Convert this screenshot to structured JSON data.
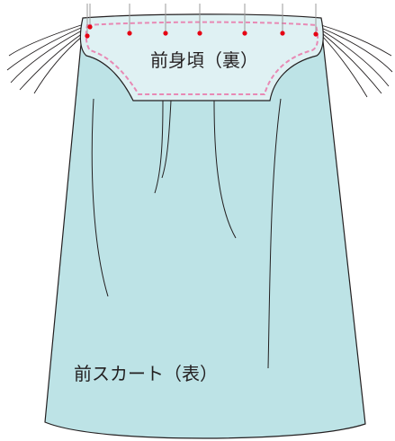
{
  "labels": {
    "bodice": "前身頃（裏）",
    "skirt": "前スカート（表）"
  },
  "colors": {
    "skirt_fill": "#bde3e6",
    "bodice_fill": "#dff1f3",
    "outline": "#231f20",
    "stitch": "#e889b4",
    "pin_head": "#e60012",
    "pin_shaft": "#9b9b9b"
  },
  "pins": {
    "count": 8
  }
}
